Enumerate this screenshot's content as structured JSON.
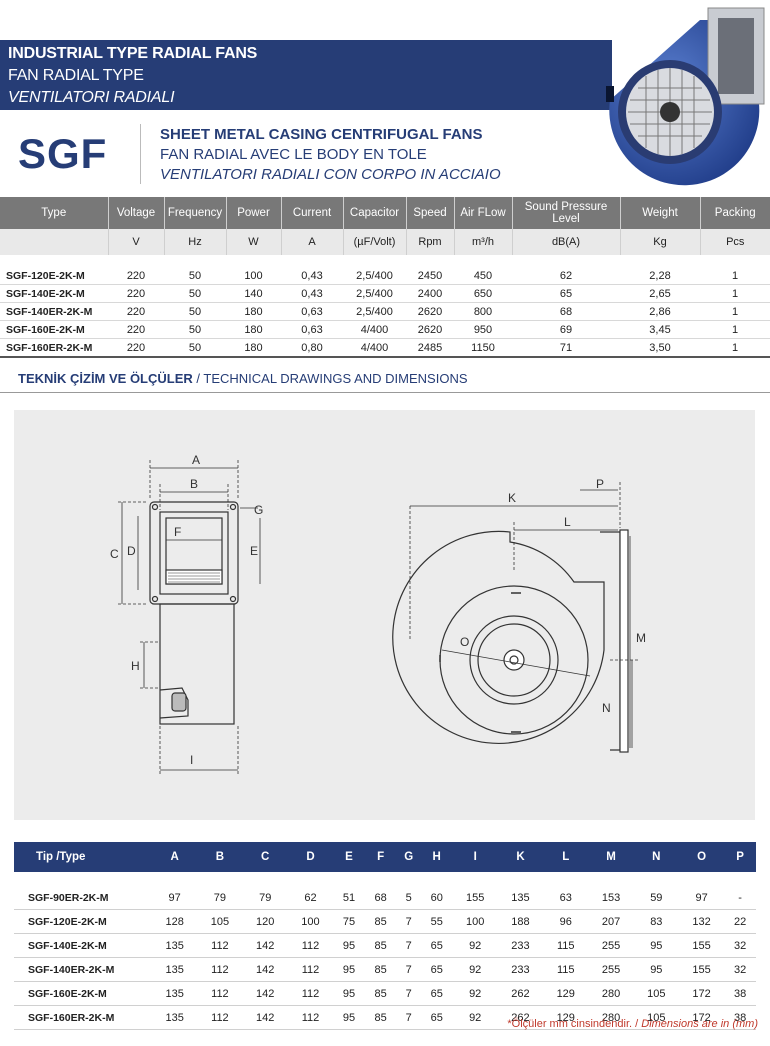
{
  "header": {
    "line1": "INDUSTRIAL TYPE RADIAL FANS",
    "line2": "FAN RADIAL TYPE",
    "line3": "VENTILATORI RADIALI",
    "code": "SGF",
    "sub1": "SHEET METAL CASING CENTRIFUGAL FANS",
    "sub2": "FAN RADIAL AVEC LE BODY EN TOLE",
    "sub3": "VENTILATORI RADIALI CON CORPO IN ACCIAIO"
  },
  "spec_table": {
    "headers": [
      "Type",
      "Voltage",
      "Frequency",
      "Power",
      "Current",
      "Capacitor",
      "Speed",
      "Air FLow",
      "Sound Pressure Level",
      "Weight",
      "Packing"
    ],
    "units": [
      "",
      "V",
      "Hz",
      "W",
      "A",
      "(µF/Volt)",
      "Rpm",
      "m³/h",
      "dB(A)",
      "Kg",
      "Pcs"
    ],
    "rows": [
      [
        "SGF-120E-2K-M",
        "220",
        "50",
        "100",
        "0,43",
        "2,5/400",
        "2450",
        "450",
        "62",
        "2,28",
        "1"
      ],
      [
        "SGF-140E-2K-M",
        "220",
        "50",
        "140",
        "0,43",
        "2,5/400",
        "2400",
        "650",
        "65",
        "2,65",
        "1"
      ],
      [
        "SGF-140ER-2K-M",
        "220",
        "50",
        "180",
        "0,63",
        "2,5/400",
        "2620",
        "800",
        "68",
        "2,86",
        "1"
      ],
      [
        "SGF-160E-2K-M",
        "220",
        "50",
        "180",
        "0,63",
        "4/400",
        "2620",
        "950",
        "69",
        "3,45",
        "1"
      ],
      [
        "SGF-160ER-2K-M",
        "220",
        "50",
        "180",
        "0,80",
        "4/400",
        "2485",
        "1150",
        "71",
        "3,50",
        "1"
      ]
    ]
  },
  "section": {
    "title_bold": "TEKNİK ÇİZİM VE ÖLÇÜLER",
    "title_rest": " / TECHNICAL DRAWINGS AND DIMENSIONS"
  },
  "drawing_labels": {
    "A": "A",
    "B": "B",
    "C": "C",
    "D": "D",
    "E": "E",
    "F": "F",
    "G": "G",
    "H": "H",
    "I": "I",
    "K": "K",
    "L": "L",
    "M": "M",
    "N": "N",
    "O": "O",
    "P": "P"
  },
  "dim_table": {
    "headers": [
      "Tip /Type",
      "A",
      "B",
      "C",
      "D",
      "E",
      "F",
      "G",
      "H",
      "I",
      "K",
      "L",
      "M",
      "N",
      "O",
      "P"
    ],
    "rows": [
      [
        "SGF-90ER-2K-M",
        "97",
        "79",
        "79",
        "62",
        "51",
        "68",
        "5",
        "60",
        "155",
        "135",
        "63",
        "153",
        "59",
        "97",
        "-"
      ],
      [
        "SGF-120E-2K-M",
        "128",
        "105",
        "120",
        "100",
        "75",
        "85",
        "7",
        "55",
        "100",
        "188",
        "96",
        "207",
        "83",
        "132",
        "22"
      ],
      [
        "SGF-140E-2K-M",
        "135",
        "112",
        "142",
        "112",
        "95",
        "85",
        "7",
        "65",
        "92",
        "233",
        "115",
        "255",
        "95",
        "155",
        "32"
      ],
      [
        "SGF-140ER-2K-M",
        "135",
        "112",
        "142",
        "112",
        "95",
        "85",
        "7",
        "65",
        "92",
        "233",
        "115",
        "255",
        "95",
        "155",
        "32"
      ],
      [
        "SGF-160E-2K-M",
        "135",
        "112",
        "142",
        "112",
        "95",
        "85",
        "7",
        "65",
        "92",
        "262",
        "129",
        "280",
        "105",
        "172",
        "38"
      ],
      [
        "SGF-160ER-2K-M",
        "135",
        "112",
        "142",
        "112",
        "95",
        "85",
        "7",
        "65",
        "92",
        "262",
        "129",
        "280",
        "105",
        "172",
        "38"
      ]
    ]
  },
  "note": {
    "tr": "*Ölçüler mm cinsindendir. / ",
    "en": "Dimensions are in (mm)"
  },
  "colors": {
    "brand_navy": "#263d76",
    "header_grey": "#787878",
    "accent_red": "#c0392b"
  }
}
